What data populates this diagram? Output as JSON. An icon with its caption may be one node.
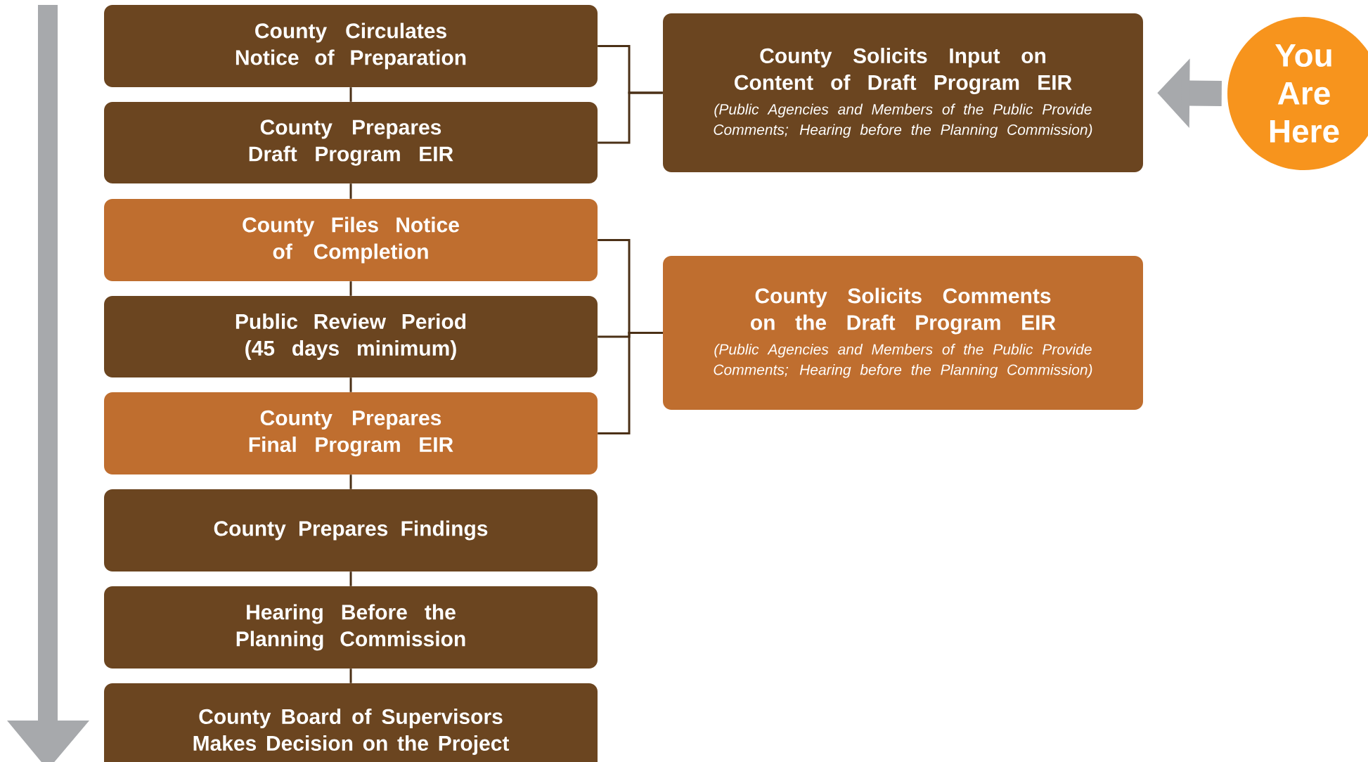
{
  "diagram": {
    "nodes": [
      {
        "text": [
          "County Circulates Notice of Preparation"
        ]
      },
      {
        "text": [
          "County Prepares Draft Program EIR"
        ]
      },
      {
        "text": [
          "County Files Notice of Completion"
        ]
      },
      {
        "text": [
          "Public Review Period (45 days minimum)"
        ]
      },
      {
        "text": [
          "County Prepares Final Program EIR"
        ]
      },
      {
        "text": [
          "County Prepares Findings"
        ]
      },
      {
        "text": [
          "Hearing Before the Planning Commission"
        ]
      },
      {
        "text": [
          "County Board of Supervisors Makes Decision on the Project"
        ]
      },
      {
        "text": [
          "County Solicits Input on Content of Draft Program EIR",
          "(Public Agencies and Members of the Public Provide Comments; Hearing before the Planning Commission)"
        ]
      },
      {
        "text": [
          "County Solicits Comments on the Draft Program EIR",
          "(Public Agencies and Members of the Public Provide Comments; Hearing before the Planning Commission)"
        ]
      },
      {
        "text": [
          "You Are Here"
        ]
      }
    ],
    "edges": [
      {
        "from": 0,
        "to": 1,
        "arrow": "none"
      },
      {
        "from": 1,
        "to": 2,
        "arrow": "none"
      },
      {
        "from": 2,
        "to": 3,
        "arrow": "none"
      },
      {
        "from": 3,
        "to": 4,
        "arrow": "none"
      },
      {
        "from": 4,
        "to": 5,
        "arrow": "none"
      },
      {
        "from": 5,
        "to": 6,
        "arrow": "none"
      },
      {
        "from": 6,
        "to": 7,
        "arrow": "none"
      },
      {
        "from": 0,
        "to": 8,
        "arrow": "none"
      },
      {
        "from": 1,
        "to": 8,
        "arrow": "none"
      },
      {
        "from": 2,
        "to": 9,
        "arrow": "none"
      },
      {
        "from": 3,
        "to": 9,
        "arrow": "none"
      },
      {
        "from": 4,
        "to": 9,
        "arrow": "none"
      },
      {
        "from": 10,
        "to": 8,
        "arrow": "to",
        "style": "thick",
        "color": "#a7a9ac"
      }
    ]
  }
}
